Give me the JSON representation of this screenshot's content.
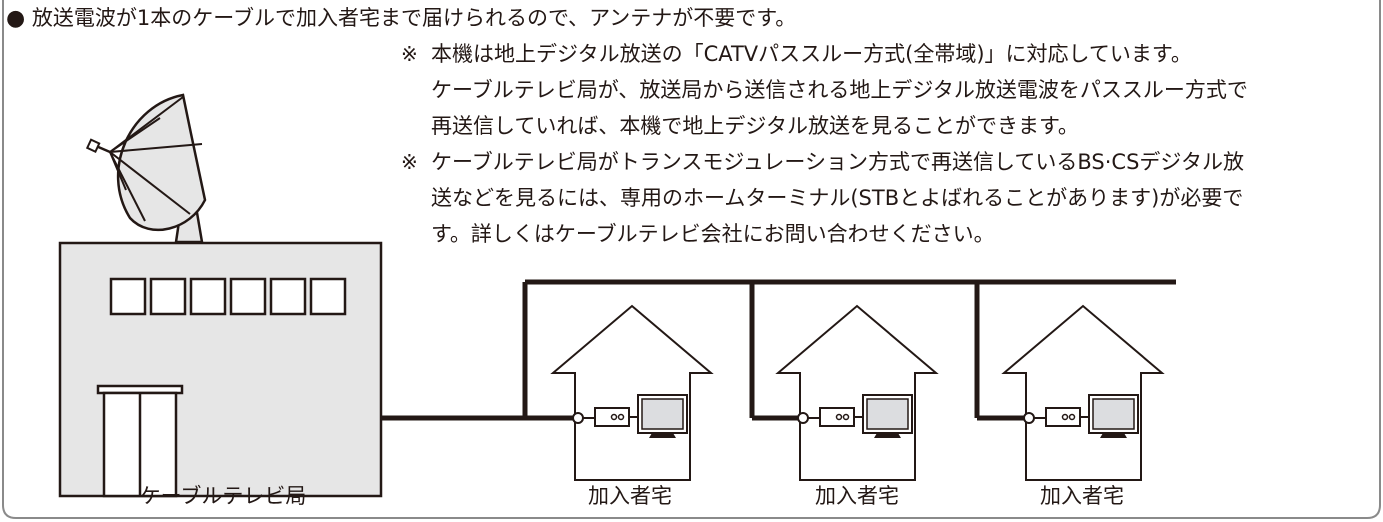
{
  "bullet": {
    "symbol": "●",
    "text": "放送電波が1本のケーブルで加入者宅まで届けられるので、アンテナが不要です。"
  },
  "notes": [
    {
      "mark": "※",
      "lines": [
        "本機は地上デジタル放送の「CATVパススルー方式(全帯域)」に対応しています。",
        "ケーブルテレビ局が、放送局から送信される地上デジタル放送電波をパススルー方式で",
        "再送信していれば、本機で地上デジタル放送を見ることができます。"
      ]
    },
    {
      "mark": "※",
      "lines": [
        "ケーブルテレビ局がトランスモジュレーション方式で再送信しているBS·CSデジタル放",
        "送などを見るには、専用のホームターミナル(STBとよばれることがあります)が必要で",
        "す。詳しくはケーブルテレビ会社にお問い合わせください。"
      ]
    }
  ],
  "station_label": "ケーブルテレビ局",
  "house_labels": [
    "加入者宅",
    "加入者宅",
    "加入者宅"
  ],
  "colors": {
    "ink": "#231815",
    "fill_gray": "#e6e6e6",
    "tv_screen": "#dcdde0",
    "frame": "#8a8a8a"
  }
}
